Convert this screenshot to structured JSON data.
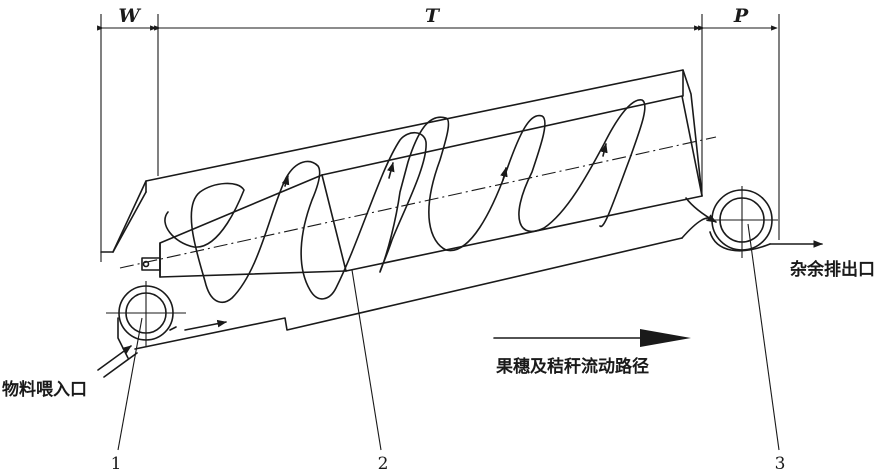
{
  "dimensions": {
    "w_label": "W",
    "t_label": "T",
    "p_label": "P"
  },
  "labels": {
    "feed_inlet": "物料喂入口",
    "residue_outlet": "杂余排出口",
    "flow_path": "果穗及秸秆流动路径"
  },
  "callouts": [
    "1",
    "2",
    "3"
  ]
}
